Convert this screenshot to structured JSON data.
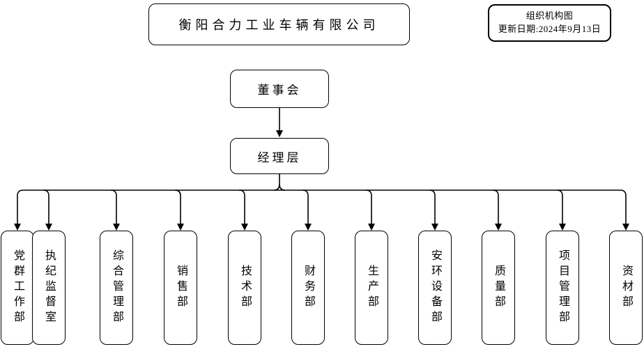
{
  "meta": {
    "background_color": "#ffffff",
    "line_color": "#000000",
    "box_fill_color": "#ffffff",
    "text_color": "#000000"
  },
  "header": {
    "company_title": "衡阳合力工业车辆有限公司",
    "info_box": {
      "title": "组织机构图",
      "updated": "更新日期:2024年9月13日"
    }
  },
  "org": {
    "root": "董事会",
    "management": "经理层",
    "departments": [
      "党群工作部",
      "执纪监督室",
      "综合管理部",
      "销售部",
      "技术部",
      "财务部",
      "生产部",
      "安环设备部",
      "质量部",
      "项目管理部",
      "资材部"
    ]
  }
}
